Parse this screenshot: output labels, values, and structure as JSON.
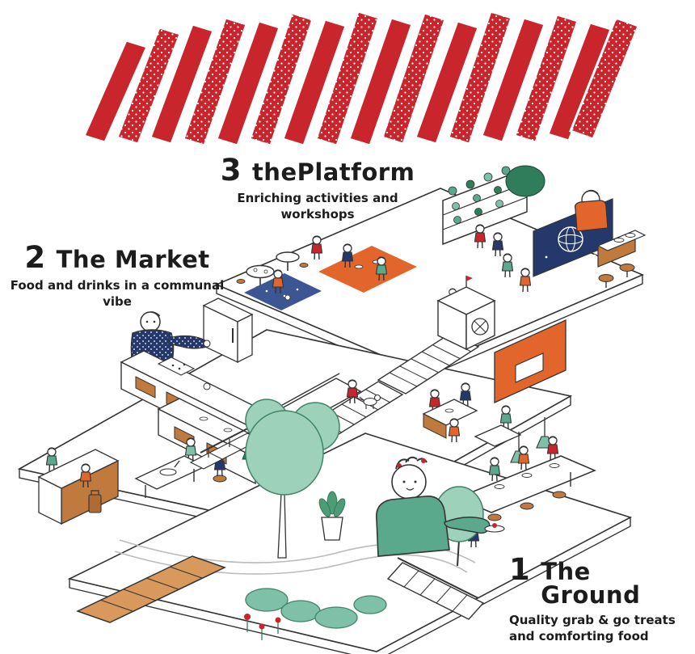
{
  "levels": [
    {
      "id": "level-3",
      "number": "3",
      "name": "thePlatform",
      "description": "Enriching activities and workshops"
    },
    {
      "id": "level-2",
      "number": "2",
      "name": "The Market",
      "description": "Food and drinks in a communal vibe"
    },
    {
      "id": "level-1",
      "number": "1",
      "name": "The Ground",
      "description": "Quality grab & go treats\nand comforting food"
    }
  ],
  "illustration": {
    "roof": "accordion-fold red roof, alternating solid and polka-dot panels",
    "elements": [
      "plant-shelf",
      "globe-wall",
      "picnic-rugs",
      "cafe-tables",
      "grand-staircase",
      "elevator-kiosk",
      "open-kitchen",
      "chef",
      "bar-counter",
      "serving-window",
      "dining-tables",
      "reception-desk",
      "garden-trees",
      "planter",
      "entrance-stairs",
      "pendant-lamps",
      "visitors"
    ]
  },
  "palette": {
    "red": "#c9252c",
    "orange": "#e2662c",
    "navy": "#24386b",
    "teal": "#7fc0a8",
    "leaf": "#2f7d5b",
    "tan": "#c17a3d",
    "ink": "#333333"
  }
}
